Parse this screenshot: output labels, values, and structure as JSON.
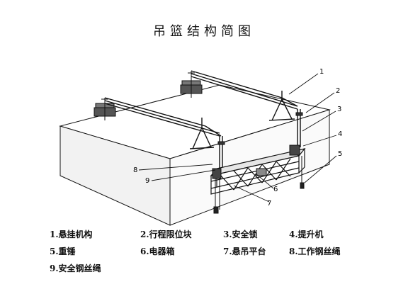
{
  "title": "吊篮结构简图",
  "callouts": [
    "1",
    "2",
    "3",
    "4",
    "5",
    "6",
    "7",
    "8",
    "9"
  ],
  "legend": [
    "1.悬挂机构",
    "2.行程限位块",
    "3.安全锁",
    "4.提升机",
    "5.重锤",
    "6.电器箱",
    "7.悬吊平台",
    "8.工作钢丝绳",
    "9.安全钢丝绳"
  ]
}
